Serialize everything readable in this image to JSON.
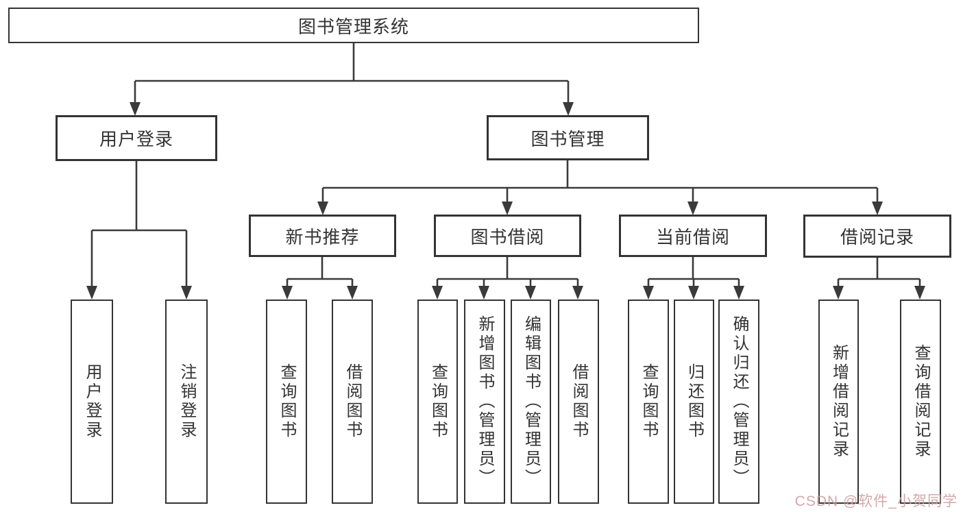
{
  "colors": {
    "line": "#3a3a3a",
    "box-border": "#333333",
    "text": "#333333",
    "watermark": "#cf9f9f",
    "background": "#ffffff"
  },
  "tree": {
    "root": {
      "label": "图书管理系统"
    },
    "branches": [
      {
        "label": "用户登录",
        "children": [
          {
            "label": "用户登录"
          },
          {
            "label": "注销登录"
          }
        ]
      },
      {
        "label": "图书管理",
        "groups": [
          {
            "label": "新书推荐",
            "children": [
              {
                "label": "查询图书"
              },
              {
                "label": "借阅图书"
              }
            ]
          },
          {
            "label": "图书借阅",
            "children": [
              {
                "label": "查询图书"
              },
              {
                "label": "新增图书（管理员）"
              },
              {
                "label": "编辑图书（管理员）"
              },
              {
                "label": "借阅图书"
              }
            ]
          },
          {
            "label": "当前借阅",
            "children": [
              {
                "label": "查询图书"
              },
              {
                "label": "归还图书"
              },
              {
                "label": "确认归还（管理员）"
              }
            ]
          },
          {
            "label": "借阅记录",
            "children": [
              {
                "label": "新增借阅记录"
              },
              {
                "label": "查询借阅记录"
              }
            ]
          }
        ]
      }
    ]
  },
  "watermark": {
    "text": "CSDN @软件_小贺同学"
  }
}
